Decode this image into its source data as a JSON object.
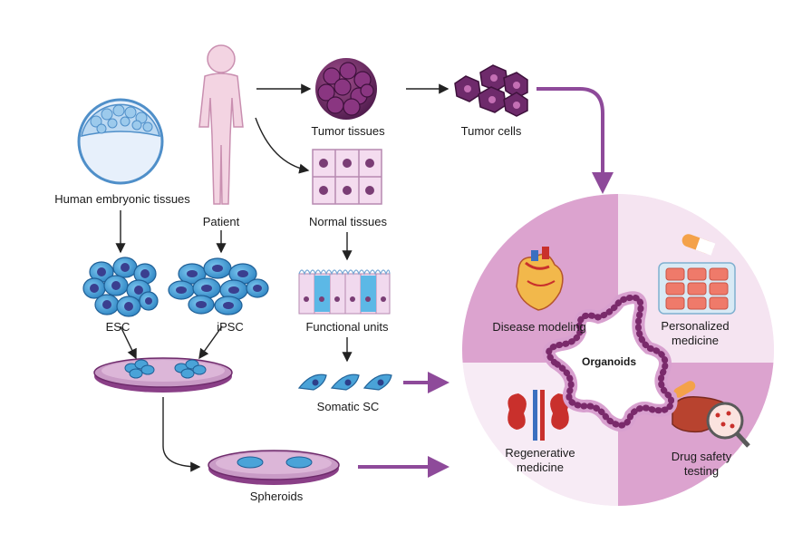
{
  "labels": {
    "human_embryonic": "Human embryonic tissues",
    "patient": "Patient",
    "tumor_tissues": "Tumor tissues",
    "tumor_cells": "Tumor cells",
    "normal_tissues": "Normal tissues",
    "functional_units": "Functional units",
    "somatic_sc": "Somatic SC",
    "esc": "ESC",
    "ipsc": "iPSC",
    "spheroids": "Spheroids",
    "organoids": "Organoids"
  },
  "applications": {
    "disease_modeling": "Disease modeling",
    "personalized_1": "Personalized",
    "personalized_2": "medicine",
    "regenerative_1": "Regenerative",
    "regenerative_2": "medicine",
    "drug_1": "Drug safety",
    "drug_2": "testing"
  },
  "colors": {
    "purple_arrow": "#8e4a9a",
    "circle_dark": "#dca3cf",
    "circle_light": "#f3dfee",
    "tumor": "#6e2a6b",
    "cell_blue": "#4aa3d8",
    "nucleus": "#3a3f8f"
  }
}
